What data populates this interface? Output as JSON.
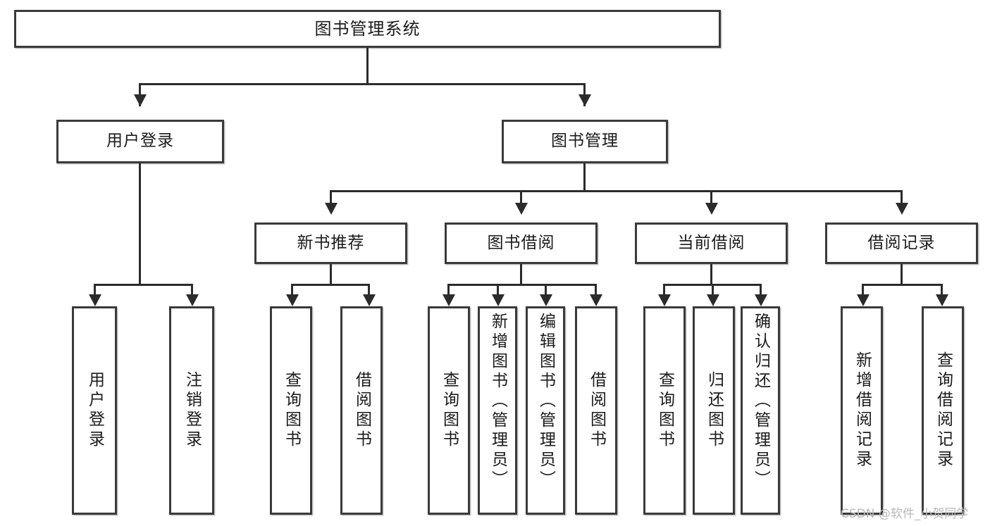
{
  "diagram": {
    "type": "tree-hierarchy",
    "root": {
      "id": "root",
      "label": "图书管理系统"
    },
    "level2": [
      {
        "id": "user-login",
        "label": "用户登录"
      },
      {
        "id": "book-management",
        "label": "图书管理"
      }
    ],
    "level3": [
      {
        "id": "new-book-recommend",
        "label": "新书推荐"
      },
      {
        "id": "book-borrow",
        "label": "图书借阅"
      },
      {
        "id": "current-borrow",
        "label": "当前借阅"
      },
      {
        "id": "borrow-record",
        "label": "借阅记录"
      }
    ],
    "leaves": [
      {
        "id": "leaf-user-login",
        "label": "用户登录",
        "parent": "user-login"
      },
      {
        "id": "leaf-logout",
        "label": "注销登录",
        "parent": "user-login"
      },
      {
        "id": "leaf-query-book-1",
        "label": "查询图书",
        "parent": "new-book-recommend"
      },
      {
        "id": "leaf-borrow-book-1",
        "label": "借阅图书",
        "parent": "new-book-recommend"
      },
      {
        "id": "leaf-query-book-2",
        "label": "查询图书",
        "parent": "book-borrow"
      },
      {
        "id": "leaf-add-book",
        "label": "新增图书（管理员）",
        "parent": "book-borrow"
      },
      {
        "id": "leaf-edit-book",
        "label": "编辑图书（管理员）",
        "parent": "book-borrow"
      },
      {
        "id": "leaf-borrow-book-2",
        "label": "借阅图书",
        "parent": "book-borrow"
      },
      {
        "id": "leaf-query-book-3",
        "label": "查询图书",
        "parent": "current-borrow"
      },
      {
        "id": "leaf-return-book",
        "label": "归还图书",
        "parent": "current-borrow"
      },
      {
        "id": "leaf-confirm-return",
        "label": "确认归还（管理员）",
        "parent": "current-borrow"
      },
      {
        "id": "leaf-add-record",
        "label": "新增借阅记录",
        "parent": "borrow-record"
      },
      {
        "id": "leaf-query-record",
        "label": "查询借阅记录",
        "parent": "borrow-record"
      }
    ]
  },
  "watermark": {
    "text": "CSDN @软件_小贺同学"
  },
  "colors": {
    "box_border": "#3a3a3a",
    "line": "#2b2b2b",
    "text": "#1b1b1b",
    "background": "#ffffff",
    "watermark": "#b9b9b9"
  }
}
